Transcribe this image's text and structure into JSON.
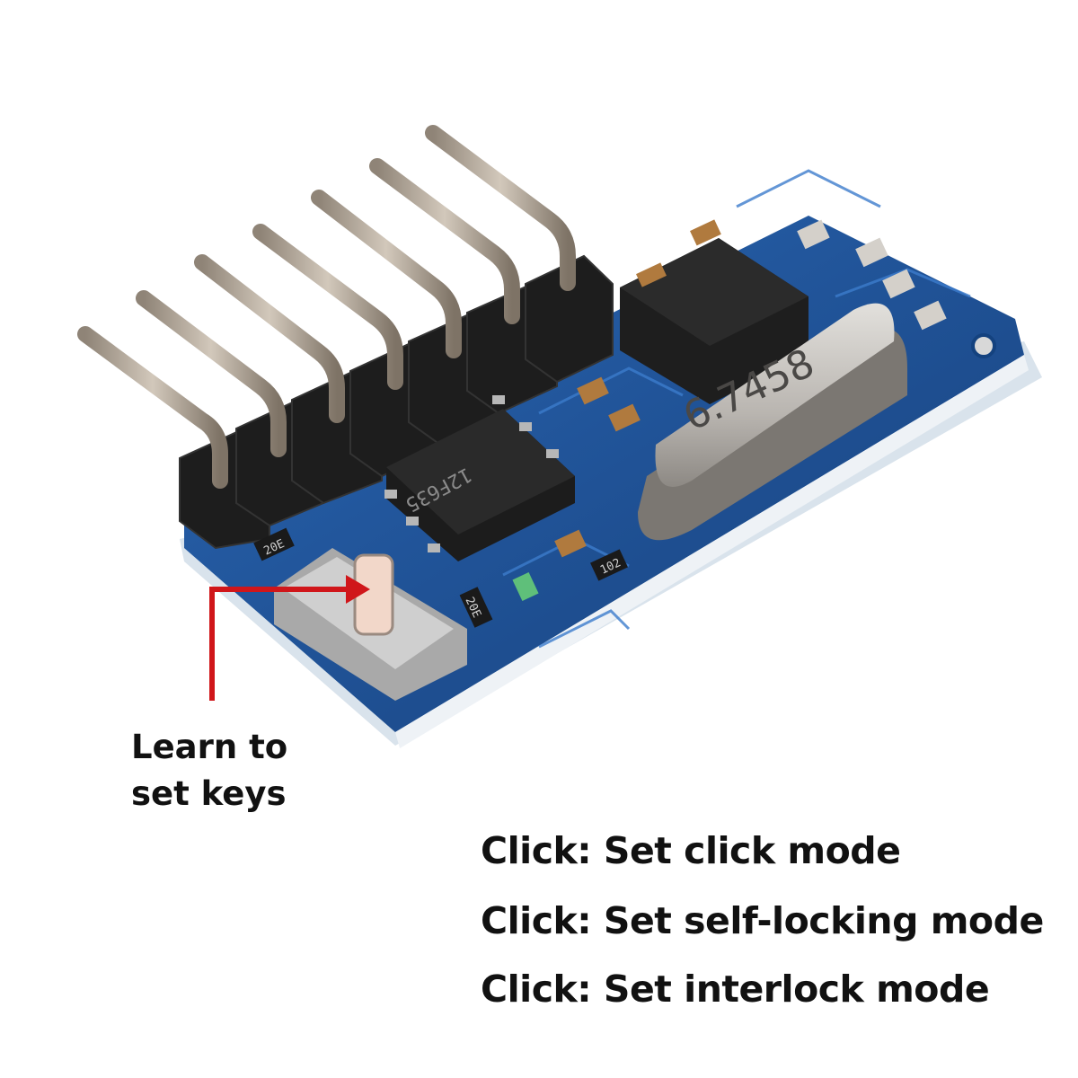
{
  "image": {
    "subject": "blue RF receiver decoder module with right-angle header pins",
    "colors": {
      "pcb": "#1f5aa6",
      "pcb_dark": "#14427f",
      "pcb_edge": "#e9eef3",
      "pin_housing": "#1c1c1c",
      "pin_metal": "#a99c8c",
      "chip": "#222222",
      "crystal": "#c9c6c2",
      "button_body": "#bfbfbf",
      "button_cap": "#f2d7c9",
      "arrow": "#d0161a",
      "text": "#111111"
    }
  },
  "components": {
    "crystal_marking": "6.7458",
    "chip_marking": "12F635",
    "resistor_marking_1": "20E",
    "resistor_marking_2": "20E",
    "resistor_marking_3": "102"
  },
  "labels": {
    "learn_line_1": "Learn to",
    "learn_line_2": "set keys",
    "mode_1": "Click: Set click mode",
    "mode_2": "Click: Set self-locking mode",
    "mode_3": "Click: Set interlock mode"
  }
}
